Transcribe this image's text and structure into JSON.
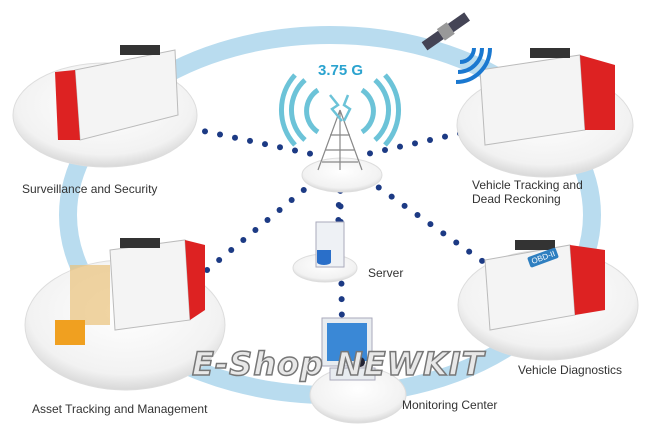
{
  "network": {
    "label": "3.75 G"
  },
  "nodes": {
    "surveillance": {
      "label": "Surveillance and Security"
    },
    "tracking": {
      "line1": "Vehicle Tracking and",
      "line2": "Dead Reckoning"
    },
    "server": {
      "label": "Server"
    },
    "diagnostics": {
      "label": "Vehicle Diagnostics",
      "badge": "OBD-II"
    },
    "asset": {
      "label": "Asset Tracking and Management"
    },
    "monitoring": {
      "label": "Monitoring Center"
    }
  },
  "watermark": "E-Shop NEWKIT",
  "colors": {
    "ring": "#b9dcef",
    "dots": "#1c3a84",
    "signal": "#6cc3d8",
    "accent": "#2ba3cf"
  }
}
